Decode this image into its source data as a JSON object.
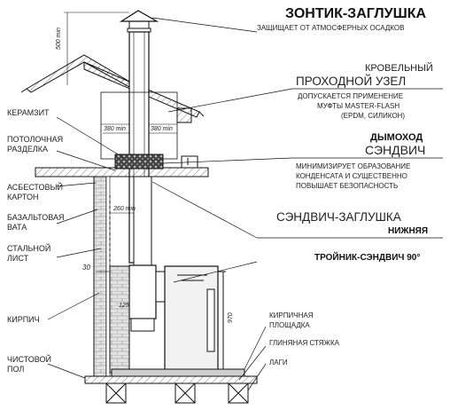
{
  "labels_right": {
    "cap_title": "ЗОНТИК-ЗАГЛУШКА",
    "cap_desc": "ЗАЩИЩАЕТ ОТ АТМОСФЕРНЫХ ОСАДКОВ",
    "roof_line1": "КРОВЕЛЬНЫЙ",
    "roof_line2": "ПРОХОДНОЙ УЗЕЛ",
    "roof_desc1": "ДОПУСКАЕТСЯ ПРИМЕНЕНИЕ",
    "roof_desc2": "МУФТЫ MASTER-FLASH",
    "roof_desc3": "(EPDM, СИЛИКОН)",
    "flue_line1": "ДЫМОХОД",
    "flue_line2": "СЭНДВИЧ",
    "flue_desc1": "МИНИМИЗИРУЕТ ОБРАЗОВАНИЕ",
    "flue_desc2": "КОНДЕНСАТА И СУЩЕСТВЕННО",
    "flue_desc3": "ПОВЫШАЕТ БЕЗОПАСНОСТЬ",
    "plug_line1": "СЭНДВИЧ-ЗАГЛУШКА",
    "plug_line2": "НИЖНЯЯ",
    "tee": "ТРОЙНИК-СЭНДВИЧ 90°",
    "brick_pad1": "КИРПИЧНАЯ",
    "brick_pad2": "ПЛОЩАДКА",
    "clay": "ГЛИНЯНАЯ СТЯЖКА",
    "joists": "ЛАГИ"
  },
  "labels_left": {
    "keramzit": "КЕРАМЗИТ",
    "ceiling1": "ПОТОЛОЧНАЯ",
    "ceiling2": "РАЗДЕЛКА",
    "asbestos1": "АСБЕСТОВЫЙ",
    "asbestos2": "КАРТОН",
    "basalt1": "БАЗАЛЬТОВАЯ",
    "basalt2": "ВАТА",
    "steel1": "СТАЛЬНОЙ",
    "steel2": "ЛИСТ",
    "brick": "КИРПИЧ",
    "floor1": "ЧИСТОВОЙ",
    "floor2": "ПОЛ"
  },
  "dimensions": {
    "d500": "500 min",
    "d380_left": "380 min",
    "d380_right": "380 min",
    "d260": "260 min",
    "d30": "30",
    "d125": "125",
    "d970": "970"
  },
  "colors": {
    "line": "#111111",
    "gravel": "#333333",
    "brick_fill": "#dcdcdc",
    "stove_fill": "#f2f2f2"
  }
}
